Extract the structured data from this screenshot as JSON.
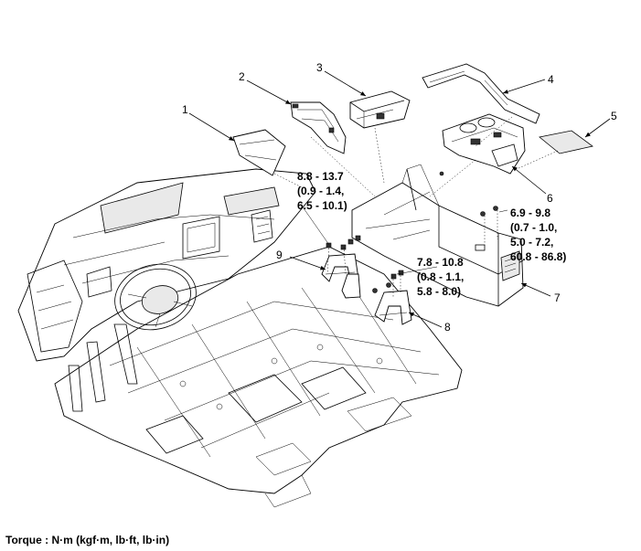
{
  "callouts": [
    "1",
    "2",
    "3",
    "4",
    "5",
    "6",
    "7",
    "8",
    "9"
  ],
  "torque_specs": {
    "a": [
      "8.8 - 13.7",
      "(0.9 - 1.4,",
      "6.5 - 10.1)"
    ],
    "b": [
      "6.9 - 9.8",
      "(0.7 - 1.0,",
      "5.0 - 7.2,",
      "60.8 - 86.8)"
    ],
    "c": [
      "7.8 - 10.8",
      "(0.8 - 1.1,",
      "5.8 - 8.0)"
    ]
  },
  "legend": "Torque : N·m (kgf·m, lb·ft, lb·in)"
}
